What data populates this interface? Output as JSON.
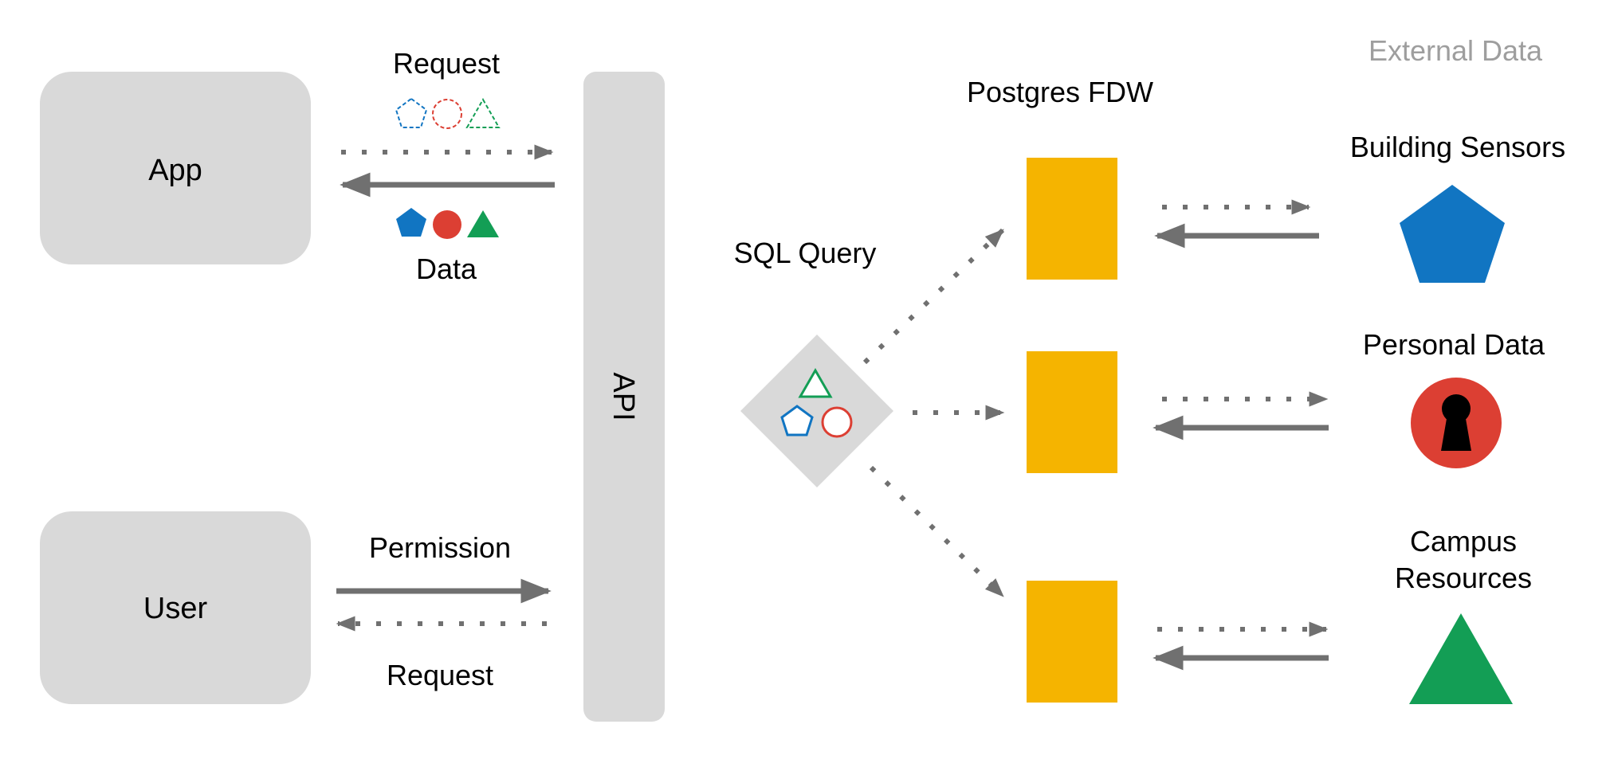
{
  "nodes": {
    "app": "App",
    "user": "User",
    "api": "API",
    "postgres_fdw": "Postgres FDW",
    "sql_query": "SQL Query"
  },
  "flows": {
    "app_request": "Request",
    "app_data": "Data",
    "user_permission": "Permission",
    "user_request": "Request"
  },
  "external": {
    "heading": "External Data",
    "sources": [
      {
        "label": "Building Sensors",
        "shape": "pentagon",
        "color": "#1175c2"
      },
      {
        "label": "Personal Data",
        "shape": "keyhole-circle",
        "color": "#dc3f33"
      },
      {
        "label_line1": "Campus",
        "label_line2": "Resources",
        "shape": "triangle",
        "color": "#139e55"
      }
    ]
  },
  "colors": {
    "box_fill": "#d9d9d9",
    "fdw_fill": "#f5b400",
    "arrow": "#707070",
    "blue": "#1175c2",
    "red": "#dc3f33",
    "green": "#139e55"
  }
}
